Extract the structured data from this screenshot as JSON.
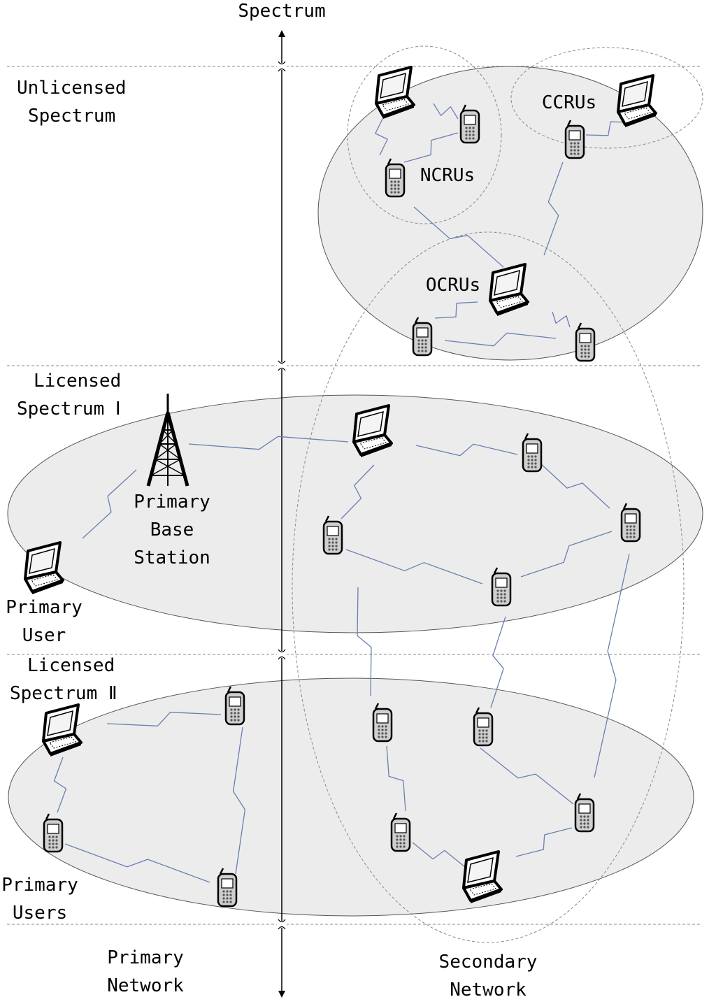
{
  "axis": {
    "label": "Spectrum"
  },
  "bands": {
    "unlicensed": [
      "Unlicensed",
      "Spectrum"
    ],
    "licensed_1": [
      "Licensed",
      "Spectrum Ⅰ"
    ],
    "licensed_2": [
      "Licensed",
      "Spectrum Ⅱ"
    ]
  },
  "nodes": {
    "primary_base_station": [
      "Primary",
      "Base",
      "Station"
    ],
    "primary_user": [
      "Primary",
      "User"
    ],
    "primary_users": [
      "Primary",
      "Users"
    ],
    "ncrus": "NCRUs",
    "ccrus": "CCRUs",
    "ocrus": "OCRUs"
  },
  "networks": {
    "primary": [
      "Primary",
      "Network"
    ],
    "secondary": [
      "Secondary",
      "Network"
    ]
  },
  "colors": {
    "ellipse_fill": "#ececec",
    "link": "#6a7fb0",
    "dashed": "#8a8a8a",
    "axis": "#000000"
  }
}
